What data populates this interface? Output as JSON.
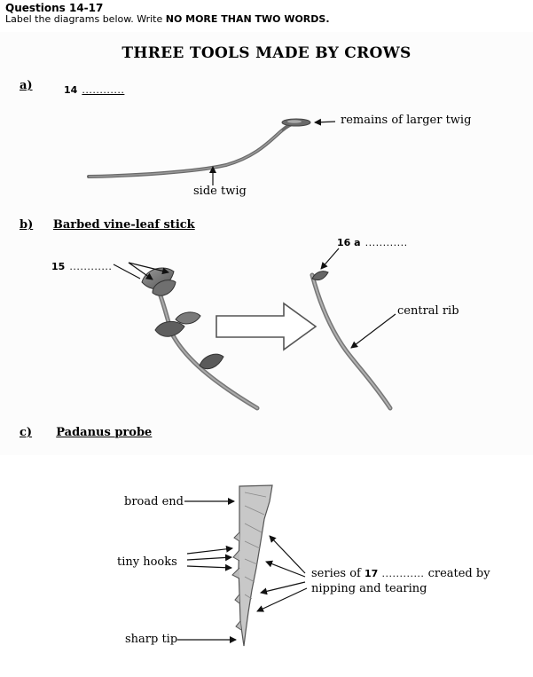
{
  "header": {
    "title": "Questions 14-17",
    "instruction_prefix": "Label the diagrams below. Write ",
    "instruction_bold": "NO MORE THAN TWO WORDS."
  },
  "diagram": {
    "title": "THREE TOOLS MADE BY CROWS",
    "section_a": {
      "letter": "a)",
      "question": "14",
      "blank": "............",
      "label_remains": "remains of larger twig",
      "label_side": "side twig"
    },
    "section_b": {
      "letter": "b)",
      "name": "Barbed vine-leaf stick",
      "q15": "15",
      "q15_blank": "............",
      "q16": "16 a",
      "q16_blank": "............",
      "label_rib": "central rib"
    },
    "section_c": {
      "letter": "c)",
      "name": "Padanus probe",
      "label_broad": "broad end",
      "label_hooks": "tiny hooks",
      "label_tip": "sharp tip",
      "series_prefix": "series of",
      "q17": "17",
      "series_blank": "............",
      "series_suffix": "created by",
      "series_line2": "nipping and tearing"
    }
  }
}
